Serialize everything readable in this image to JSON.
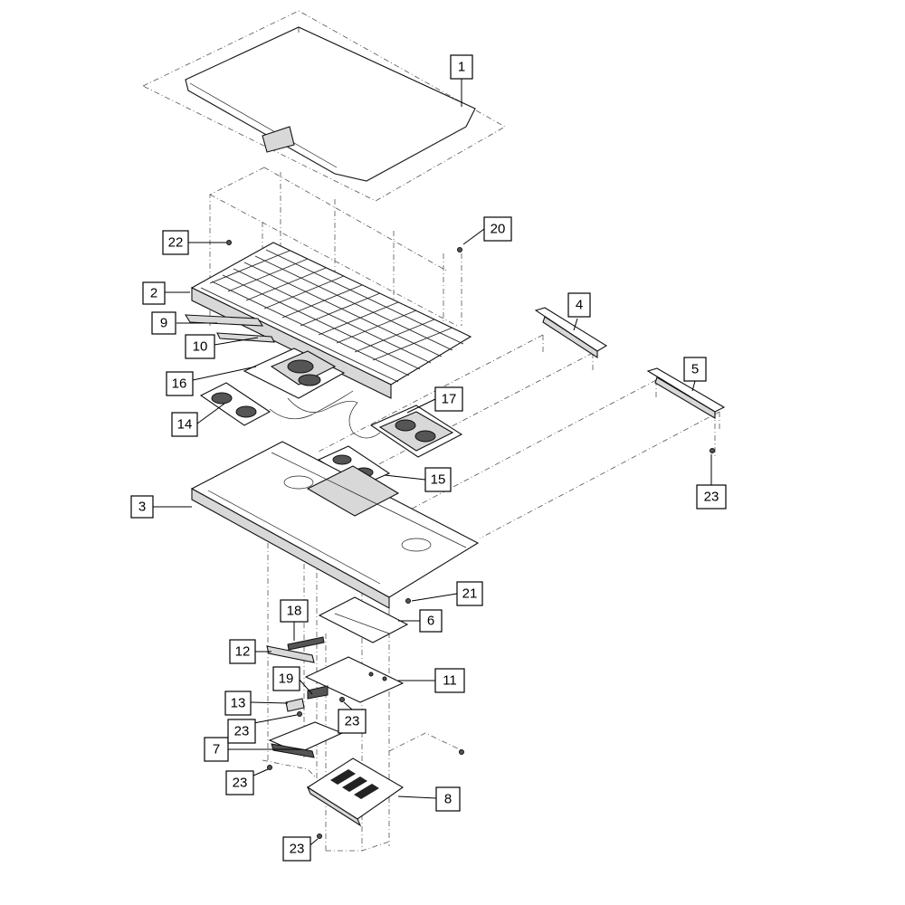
{
  "diagram": {
    "callouts": [
      {
        "id": "c1",
        "label": "1"
      },
      {
        "id": "c2",
        "label": "2"
      },
      {
        "id": "c3",
        "label": "3"
      },
      {
        "id": "c4",
        "label": "4"
      },
      {
        "id": "c5",
        "label": "5"
      },
      {
        "id": "c6",
        "label": "6"
      },
      {
        "id": "c7",
        "label": "7"
      },
      {
        "id": "c8",
        "label": "8"
      },
      {
        "id": "c9",
        "label": "9"
      },
      {
        "id": "c10",
        "label": "10"
      },
      {
        "id": "c11",
        "label": "11"
      },
      {
        "id": "c12",
        "label": "12"
      },
      {
        "id": "c13",
        "label": "13"
      },
      {
        "id": "c14",
        "label": "14"
      },
      {
        "id": "c15",
        "label": "15"
      },
      {
        "id": "c16",
        "label": "16"
      },
      {
        "id": "c17",
        "label": "17"
      },
      {
        "id": "c18",
        "label": "18"
      },
      {
        "id": "c19",
        "label": "19"
      },
      {
        "id": "c20",
        "label": "20"
      },
      {
        "id": "c21",
        "label": "21"
      },
      {
        "id": "c22",
        "label": "22"
      },
      {
        "id": "c23a",
        "label": "23"
      },
      {
        "id": "c23b",
        "label": "23"
      },
      {
        "id": "c23c",
        "label": "23"
      },
      {
        "id": "c23d",
        "label": "23"
      },
      {
        "id": "c23e",
        "label": "23"
      }
    ]
  }
}
